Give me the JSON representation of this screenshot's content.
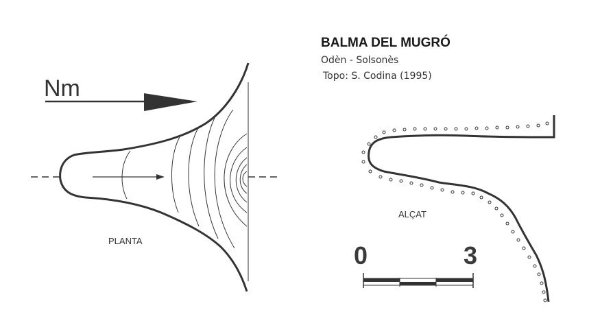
{
  "header": {
    "title": "BALMA DEL MUGRÓ",
    "location": "Odèn - Solsonès",
    "credit": "Topo: S. Codina (1995)"
  },
  "north_arrow": {
    "label": "Nm"
  },
  "plan": {
    "label": "PLANTA"
  },
  "section": {
    "label": "ALÇAT"
  },
  "scale_bar": {
    "start_label": "0",
    "end_label": "3"
  }
}
